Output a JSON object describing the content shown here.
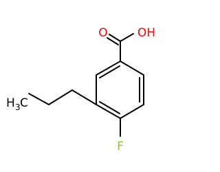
{
  "molecule": {
    "atoms": {
      "oxygen_double": "O",
      "hydroxyl": "OH",
      "fluorine": "F",
      "methyl_h": "H",
      "methyl_sub": "3",
      "methyl_c": "C"
    }
  },
  "colors": {
    "bond": "#000000",
    "oxygen": "#ff0000",
    "fluorine": "#8fbe3b",
    "carbon_label": "#000000"
  }
}
